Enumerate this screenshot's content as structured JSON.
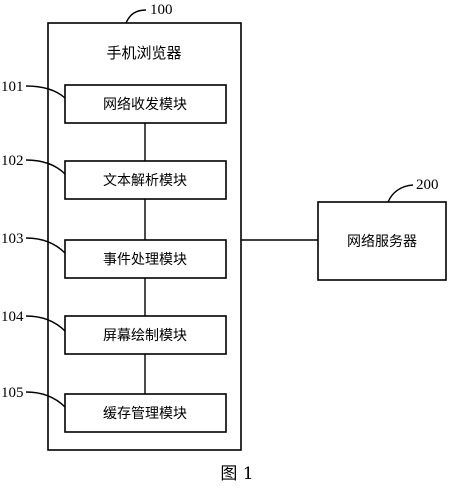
{
  "browser": {
    "ref": "100",
    "title": "手机浏览器",
    "modules": [
      {
        "ref": "101",
        "label": "网络收发模块"
      },
      {
        "ref": "102",
        "label": "文本解析模块"
      },
      {
        "ref": "103",
        "label": "事件处理模块"
      },
      {
        "ref": "104",
        "label": "屏幕绘制模块"
      },
      {
        "ref": "105",
        "label": "缓存管理模块"
      }
    ]
  },
  "server": {
    "ref": "200",
    "label": "网络服务器"
  },
  "caption": "图 1"
}
